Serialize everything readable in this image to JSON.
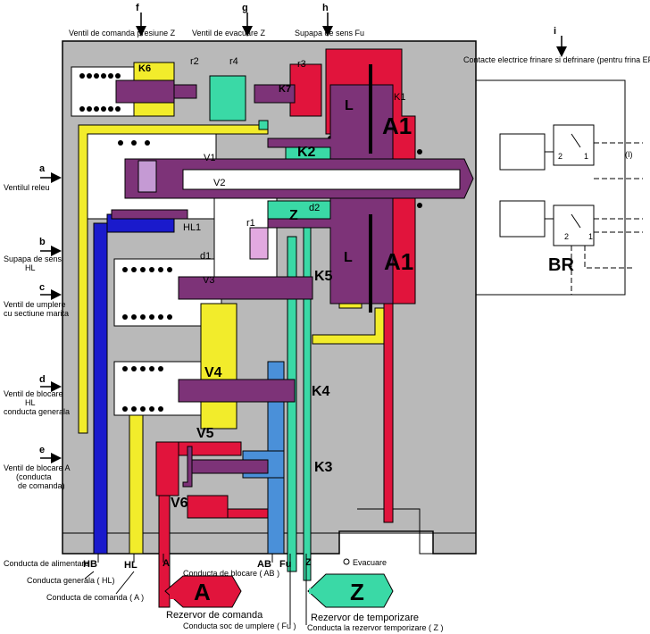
{
  "labels": {
    "f": "f",
    "g": "g",
    "h": "h",
    "i": "i",
    "f_desc": "Ventil de comanda presiune Z",
    "g_desc": "Ventil de evacuare Z",
    "h_desc": "Supapa de sens Fu",
    "i_desc": "Contacte electrice frinare si defrinare (pentru frina EP)",
    "a": "a",
    "a_desc": "Ventilul releu",
    "b": "b",
    "b_desc_1": "Supapa de sens",
    "b_desc_2": "HL",
    "c": "c",
    "c_desc_1": "Ventil de umplere",
    "c_desc_2": "cu sectiune marita",
    "d": "d",
    "d_desc_1": "Ventil de blocare",
    "d_desc_2": "HL",
    "d_desc_3": "conducta generala",
    "e": "e",
    "e_desc_1": "Ventil de blocare A",
    "e_desc_2": "(conducta",
    "e_desc_3": "de comanda)"
  },
  "components": {
    "k6": "K6",
    "r2": "r2",
    "r4": "r4",
    "r3": "r3",
    "k7": "K7",
    "k1": "K1",
    "l_top": "L",
    "a1_top": "A1",
    "k2": "K2",
    "v1": "V1",
    "v2": "V2",
    "z_inner": "Z",
    "d2": "d2",
    "hl1": "HL1",
    "r1": "r1",
    "d1": "d1",
    "l_bottom": "L",
    "a1_bottom": "A1",
    "k5": "K5",
    "v3": "V3",
    "v4": "V4",
    "k4": "K4",
    "v5": "V5",
    "k3": "K3",
    "v6": "V6",
    "br": "BR",
    "contact_i": "(I)",
    "contact_2a": "2",
    "contact_1a": "1",
    "contact_2b": "2",
    "contact_1b": "1"
  },
  "ports": {
    "hb": "HB",
    "hl": "HL",
    "a": "A",
    "ab": "AB",
    "fu": "Fu",
    "z": "Z",
    "evacuare": "Evacuare"
  },
  "pipes": {
    "alimentare": "Conducta de alimentare",
    "generala": "Conducta generala ( HL)",
    "comanda": "Conducta de comanda ( A )",
    "blocare": "Conducta de blocare ( AB )",
    "soc": "Conducta soc de umplere ( Fu )",
    "temporizare": "Conducta la rezervor temporizare ( Z )"
  },
  "reservoirs": {
    "a_letter": "A",
    "z_letter": "Z",
    "a_caption": "Rezervor de comanda",
    "z_caption": "Rezervor de temporizare"
  },
  "colors": {
    "body": "#b9b9b9",
    "yellow": "#f2ec2b",
    "red": "#e1143c",
    "purple": "#7d3378",
    "green": "#3ad9a6",
    "blue_dark": "#1a1acc",
    "blue_light": "#4a90d9"
  }
}
